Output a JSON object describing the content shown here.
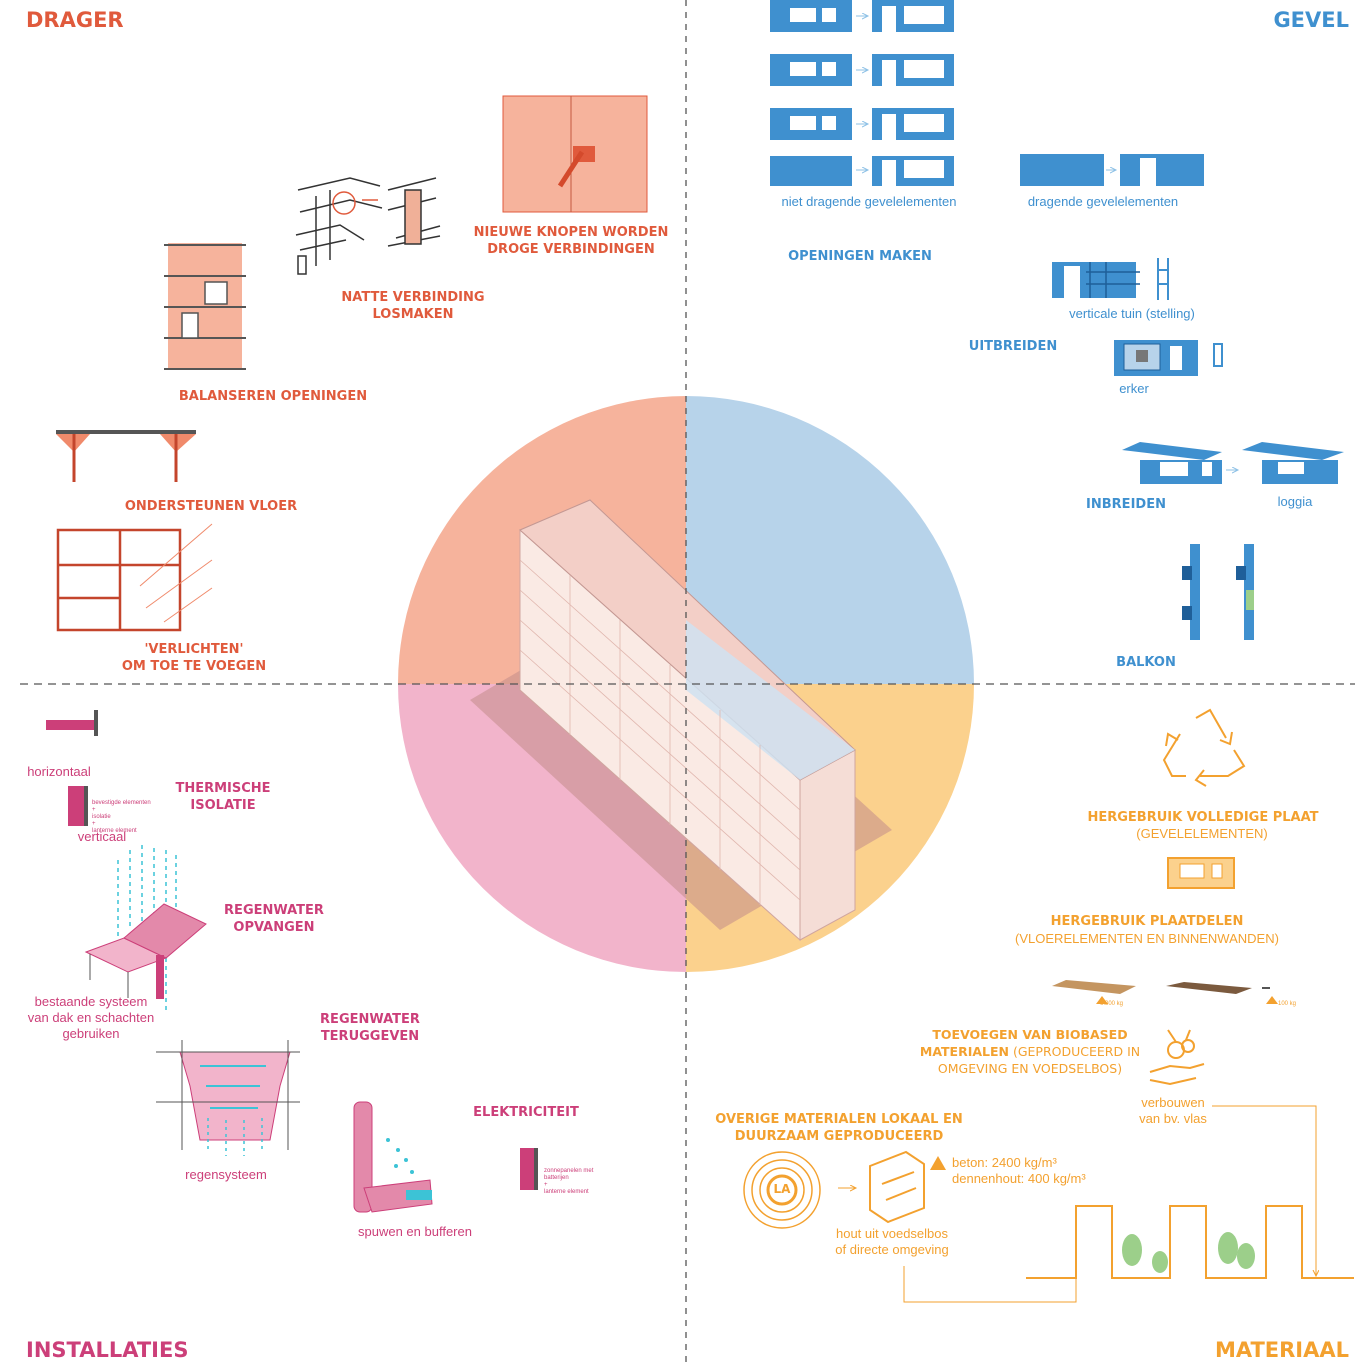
{
  "colors": {
    "drager": "#e05a3c",
    "gevel": "#3f90cf",
    "installaties": "#cc3f79",
    "materiaal": "#f3a12f",
    "drager_fill": "#f6b39c",
    "gevel_fill": "#b7d3ea",
    "installaties_fill": "#f2b4cb",
    "materiaal_fill": "#fbd18d",
    "rain": "#3cc3d6"
  },
  "quadrants": {
    "drager": "DRAGER",
    "gevel": "GEVEL",
    "installaties": "INSTALLATIES",
    "materiaal": "MATERIAAL"
  },
  "drager": {
    "nieuwe_knopen": "NIEUWE KNOPEN WORDEN\nDROGE VERBINDINGEN",
    "natte_verbinding": "NATTE VERBINDING\nLOSMAKEN",
    "balanseren": "BALANSEREN OPENINGEN",
    "ondersteunen": "ONDERSTEUNEN VLOER",
    "verlichten": "'VERLICHTEN'\nOM TOE TE VOEGEN"
  },
  "gevel": {
    "niet_dragende": "niet dragende gevelelementen",
    "dragende": "dragende gevelelementen",
    "openingen_maken": "OPENINGEN MAKEN",
    "verticale_tuin": "verticale tuin (stelling)",
    "uitbreiden": "UITBREIDEN",
    "erker": "erker",
    "inbreiden": "INBREIDEN",
    "loggia": "loggia",
    "balkon": "BALKON"
  },
  "installaties": {
    "horizontaal": "horizontaal",
    "verticaal": "verticaal",
    "verticaal_note": "bevestigde elementen\n+\nisolatie\n+\nlanterne element",
    "thermische": "THERMISCHE\nISOLATIE",
    "regenwater_opvangen": "REGENWATER\nOPVANGEN",
    "bestaande_systeem": "bestaande systeem\nvan dak en schachten\ngebruiken",
    "regenwater_teruggeven": "REGENWATER\nTERUGGEVEN",
    "regensysteem": "regensysteem",
    "spuwen": "spuwen en bufferen",
    "elektriciteit": "ELEKTRICITEIT",
    "elektriciteit_note": "zonnepanelen met\nbatterijen\n+\nlanterne element"
  },
  "materiaal": {
    "hergebruik_volledige": "HERGEBRUIK VOLLEDIGE PLAAT",
    "gevelelementen": "(GEVELELEMENTEN)",
    "hergebruik_plaatdelen": "HERGEBRUIK PLAATDELEN",
    "vloerelementen": "(VLOERELEMENTEN EN BINNENWANDEN)",
    "weight_1": "6.300 kg",
    "weight_2": "100 kg",
    "biobased_bold": "TOEVOEGEN VAN BIOBASED\nMATERIALEN",
    "biobased_normal": " (GEPRODUCEERD IN\nOMGEVING EN VOEDSELBOS)",
    "verbouwen": "verbouwen\nvan bv. vlas",
    "overige": "OVERIGE MATERIALEN LOKAAL EN\nDUURZAAM GEPRODUCEERD",
    "beton": "beton: 2400 kg/m³",
    "dennenhout": "dennenhout: 400 kg/m³",
    "hout": "hout uit voedselbos\nof directe omgeving",
    "logo": "LA"
  }
}
